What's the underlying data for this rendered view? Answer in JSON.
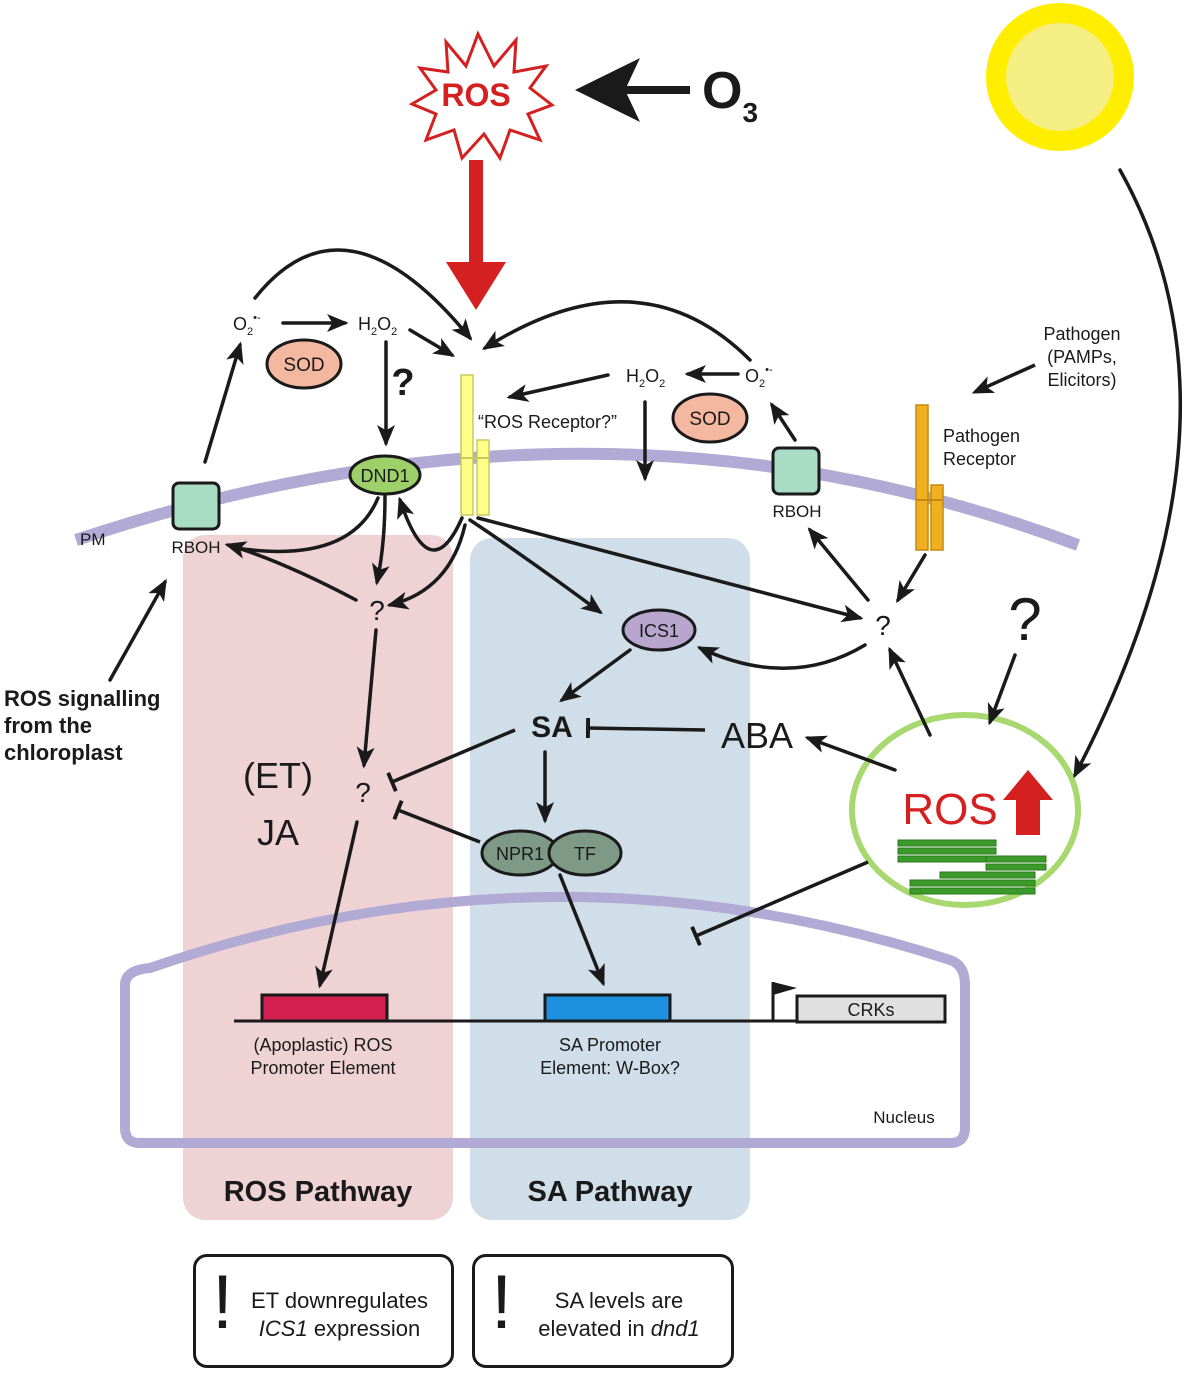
{
  "labels": {
    "ros_burst": "ROS",
    "ozone_main": "O",
    "ozone_sub": "3",
    "superoxide_left": "O",
    "superoxide_right": "O",
    "superoxide_sub": "2",
    "superoxide_sup": "•-",
    "h2o2_left": "H",
    "h2o2_right": "H",
    "h2o2_sub": "2",
    "h2o2_o": "O",
    "sod_left": "SOD",
    "sod_right": "SOD",
    "question_bold": "?",
    "ros_receptor": "“ROS Receptor?”",
    "dnd1": "DND1",
    "pm": "PM",
    "rboh_left": "RBOH",
    "rboh_right": "RBOH",
    "pathogen": [
      "Pathogen",
      "(PAMPs,",
      "Elicitors)"
    ],
    "pathogen_receptor": [
      "Pathogen",
      "Receptor"
    ],
    "ics1": "ICS1",
    "sa": "SA",
    "aba": "ABA",
    "et": "(ET)",
    "ja": "JA",
    "npr1": "NPR1",
    "tf": "TF",
    "ros_chloroplast": "ROS",
    "chloroplast_signalling": [
      "ROS signalling",
      "from the",
      "chloroplast"
    ],
    "q_mark": "?",
    "big_q": "?",
    "crks": "CRKs",
    "ros_promoter": [
      "(Apoplastic) ROS",
      "Promoter Element"
    ],
    "sa_promoter": [
      "SA Promoter",
      "Element: W-Box?"
    ],
    "nucleus": "Nucleus",
    "ros_pathway": "ROS Pathway",
    "sa_pathway": "SA Pathway"
  },
  "notes": [
    {
      "bang": "!",
      "line1": "ET downregulates",
      "line2_italic": "ICS1",
      "line2_rest": " expression"
    },
    {
      "bang": "!",
      "line1": "SA levels are",
      "line2_plain": "elevated in ",
      "line2_italic": "dnd1"
    }
  ],
  "colors": {
    "ros_red": "#d42020",
    "ros_pathway_bg": "#efd3d4",
    "sa_pathway_bg": "#cfdee8",
    "membrane": "#b0aad4",
    "sod_fill": "#f4b8a0",
    "rboh_fill": "#a8dcc4",
    "dnd1_fill": "#9ed06a",
    "ics1_fill": "#b9a6cf",
    "npr1_fill": "#7e9a86",
    "receptor_yellow": "#ffff88",
    "pathogen_receptor": "#f0b020",
    "sun_outer": "#ffee00",
    "sun_inner": "#f5ee82",
    "chloroplast_ring": "#a8d870",
    "thylakoid": "#3a9a2a",
    "ros_promoter_box": "#d42050",
    "sa_promoter_box": "#1e90e0",
    "crks_box": "#e0e0e0"
  }
}
